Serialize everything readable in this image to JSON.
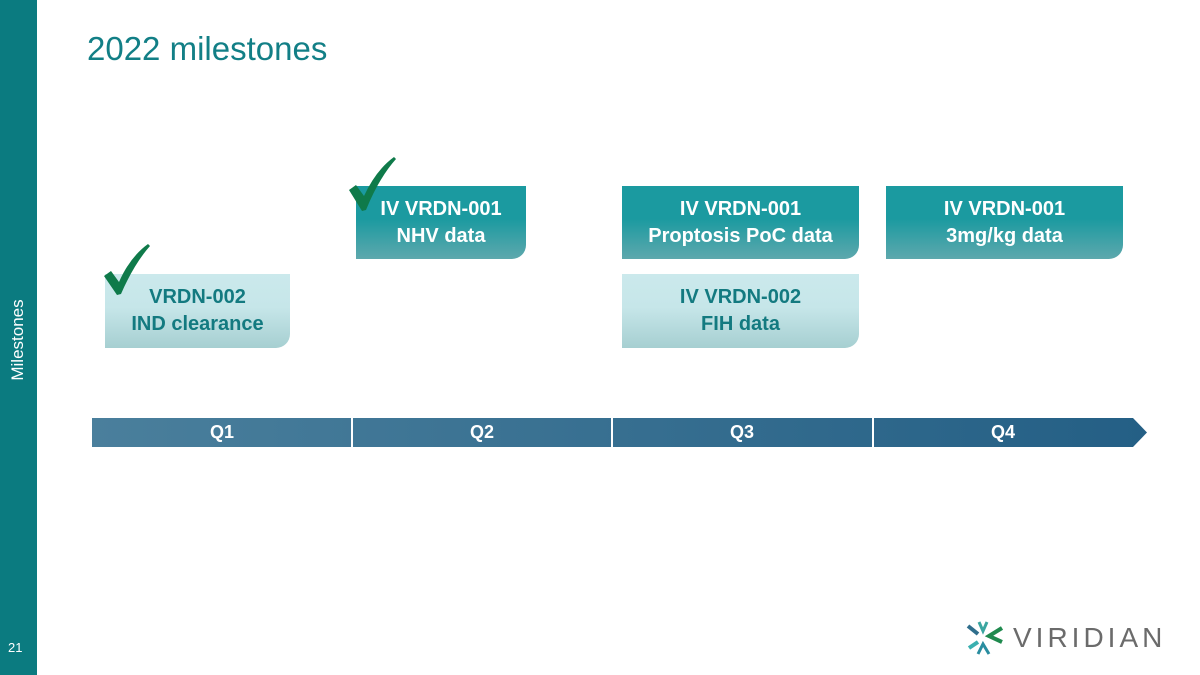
{
  "title": "2022 milestones",
  "side_label": "Milestones",
  "page_number": "21",
  "milestones": [
    {
      "line1": "IV VRDN-001",
      "line2": "NHV data",
      "completed": true
    },
    {
      "line1": "IV VRDN-001",
      "line2": "Proptosis PoC data",
      "completed": false
    },
    {
      "line1": "IV VRDN-001",
      "line2": "3mg/kg data",
      "completed": false
    },
    {
      "line1": "VRDN-002",
      "line2": "IND clearance",
      "completed": true
    },
    {
      "line1": "IV VRDN-002",
      "line2": "FIH data",
      "completed": false
    }
  ],
  "quarters": [
    "Q1",
    "Q2",
    "Q3",
    "Q4"
  ],
  "logo": "VIRIDIAN",
  "colors": {
    "accent": "#0b7b80",
    "check": "#0f7a4a"
  }
}
